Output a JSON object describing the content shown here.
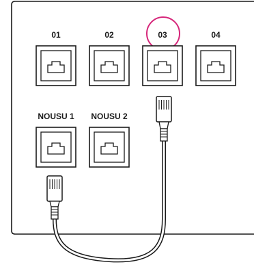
{
  "ports_top": [
    {
      "label": "01"
    },
    {
      "label": "02"
    },
    {
      "label": "03",
      "highlighted": true
    },
    {
      "label": "04"
    }
  ],
  "ports_bottom": [
    {
      "label": "NOUSU 1"
    },
    {
      "label": "NOUSU 2"
    }
  ],
  "cable": {
    "from": "NOUSU 1",
    "to": "03"
  },
  "colors": {
    "highlight": "#d6267a",
    "line": "#1a1a1a",
    "panel_fill": "#ffffff"
  }
}
